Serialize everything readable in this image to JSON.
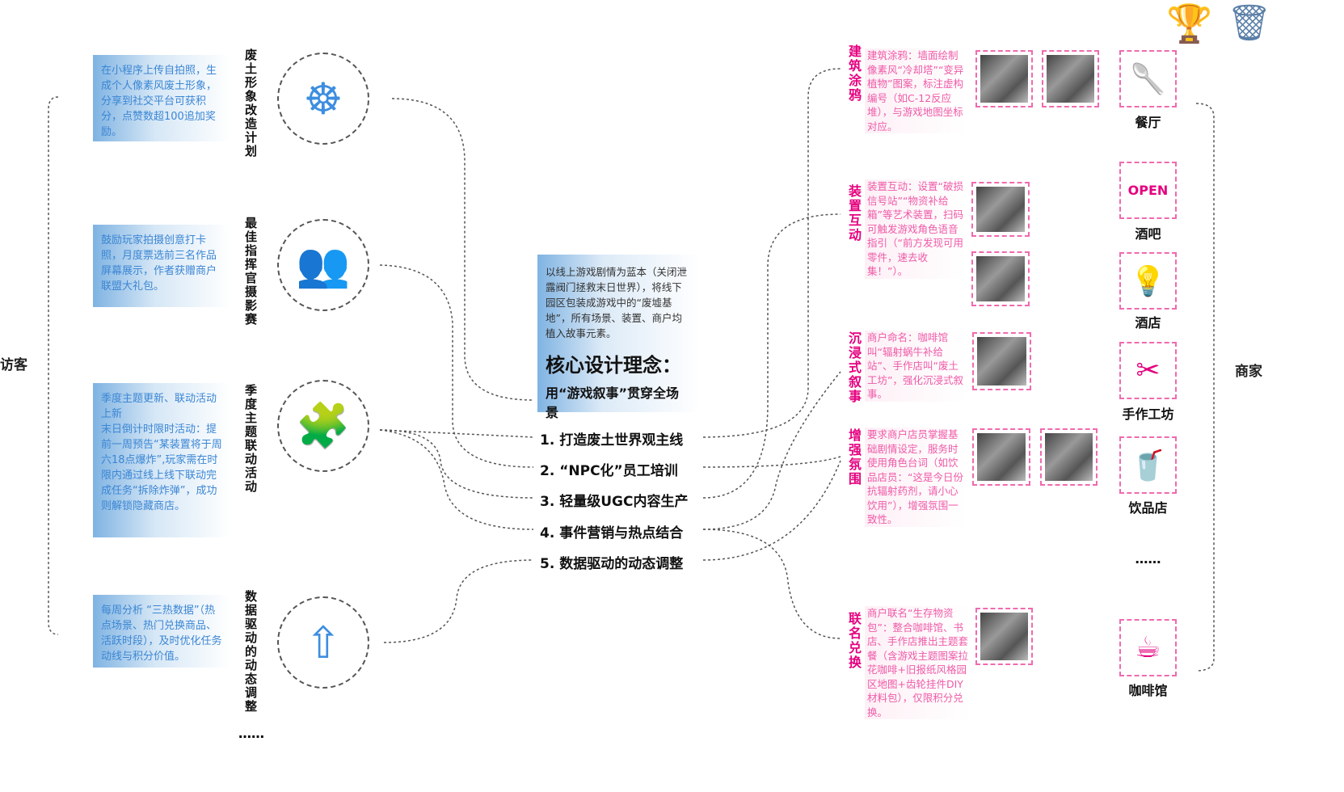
{
  "visitor_label": "访客",
  "merchant_label": "商家",
  "left_items": [
    {
      "title": "废土形象改造计划",
      "desc": "在小程序上传自拍照，生成个人像素风废土形象，分享到社交平台可获积分，点赞数超100追加奖励。",
      "icon": "head-gear-icon"
    },
    {
      "title": "最佳指挥官摄影赛",
      "desc": "鼓励玩家拍摄创意打卡照，月度票选前三名作品屏幕展示，作者获赠商户联盟大礼包。",
      "icon": "podium-team-icon"
    },
    {
      "title": "季度主题 联动活动",
      "desc": "季度主题更新、联动活动上新\n末日倒计时限时活动：提前一周预告“某装置将于周六18点爆炸”,玩家需在时限内通过线上线下联动完成任务“拆除炸弹”，成功则解锁隐藏商店。",
      "icon": "puzzle-icon"
    },
    {
      "title": "数据驱动的动态调整",
      "desc": "每周分析 “三热数据”（热点场景、热门兑换商品、活跃时段），及时优化任务动线与积分价值。",
      "icon": "growth-arrows-icon"
    }
  ],
  "left_more": "……",
  "center": {
    "intro": "以线上游戏剧情为蓝本（关闭泄露阀门拯救末日世界），将线下园区包装成游戏中的“废墟基地”，所有场景、装置、商户均植入故事元素。",
    "heading": "核心设计理念：",
    "subheading": "用“游戏叙事”贯穿全场景",
    "list": [
      "1. 打造废土世界观主线",
      "2. “NPC化”员工培训",
      "3. 轻量级UGC内容生产",
      "4. 事件营销与热点结合",
      "5. 数据驱动的动态调整"
    ]
  },
  "right_items": [
    {
      "title": "建筑涂鸦",
      "desc": "建筑涂鸦：墙面绘制像素风“冷却塔”“变异植物”图案，标注虚构编号（如C-12反应堆），与游戏地图坐标对应。"
    },
    {
      "title": "装置互动",
      "desc": "装置互动：设置“破损信号站”“物资补给箱”等艺术装置，扫码可触发游戏角色语音指引（“前方发现可用零件，速去收集！”）。"
    },
    {
      "title": "沉浸式叙事",
      "desc": "商户命名：咖啡馆叫“辐射蜗牛补给站”、手作店叫“废土工坊”，强化沉浸式叙事。"
    },
    {
      "title": "增强氛围",
      "desc": "要求商户店员掌握基础剧情设定，服务时使用角色台词（如饮品店员：“这是今日份抗辐射药剂，请小心饮用”），增强氛围一致性。"
    },
    {
      "title": "联名兑换",
      "desc": "商户联名“生存物资包”：整合咖啡馆、书店、手作店推出主题套餐（含游戏主题图案拉花咖啡+旧报纸风格园区地图+齿轮挂件DIY材料包），仅限积分兑换。"
    }
  ],
  "merchants": [
    {
      "label": "餐厅",
      "icon": "spoon-icon",
      "glyph": "🥄"
    },
    {
      "label": "酒吧",
      "icon": "open-sign-icon",
      "glyph": "OPEN"
    },
    {
      "label": "酒店",
      "icon": "lamps-icon",
      "glyph": "💡"
    },
    {
      "label": "手作工坊",
      "icon": "craft-icon",
      "glyph": "✂"
    },
    {
      "label": "饮品店",
      "icon": "drink-cup-icon",
      "glyph": "🥤"
    },
    {
      "label": "咖啡馆",
      "icon": "coffee-cup-icon",
      "glyph": "☕"
    }
  ],
  "merchant_more": "……",
  "colors": {
    "pink": "#e5007f",
    "blue": "#3b86d4"
  }
}
